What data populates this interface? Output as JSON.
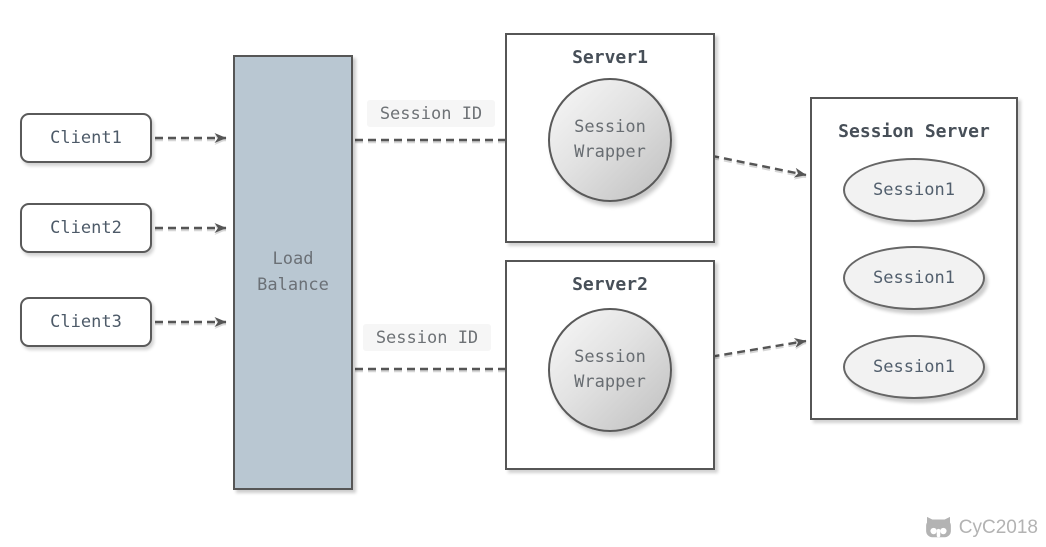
{
  "diagram": {
    "clients": [
      {
        "label": "Client1"
      },
      {
        "label": "Client2"
      },
      {
        "label": "Client3"
      }
    ],
    "load_balancer": {
      "label": "Load\nBalance"
    },
    "session_id_labels": [
      "Session ID",
      "Session ID"
    ],
    "servers": [
      {
        "title": "Server1",
        "node_label": "Session\nWrapper"
      },
      {
        "title": "Server2",
        "node_label": "Session\nWrapper"
      }
    ],
    "session_server": {
      "title": "Session Server",
      "sessions": [
        "Session1",
        "Session1",
        "Session1"
      ]
    },
    "watermark": {
      "text": "CyC2018",
      "icon": "github-cat-icon"
    },
    "colors": {
      "load_balancer_fill": "#b9c7d2",
      "box_border": "#5a5a5a",
      "arrow": "#555555",
      "node_gradient_start": "#f8f8f8",
      "node_gradient_end": "#bfbfbf",
      "session_ellipse_fill": "#f2f2f2",
      "title_text": "#474f58",
      "body_text": "#686d72",
      "watermark_text": "#b3b3b3"
    }
  }
}
